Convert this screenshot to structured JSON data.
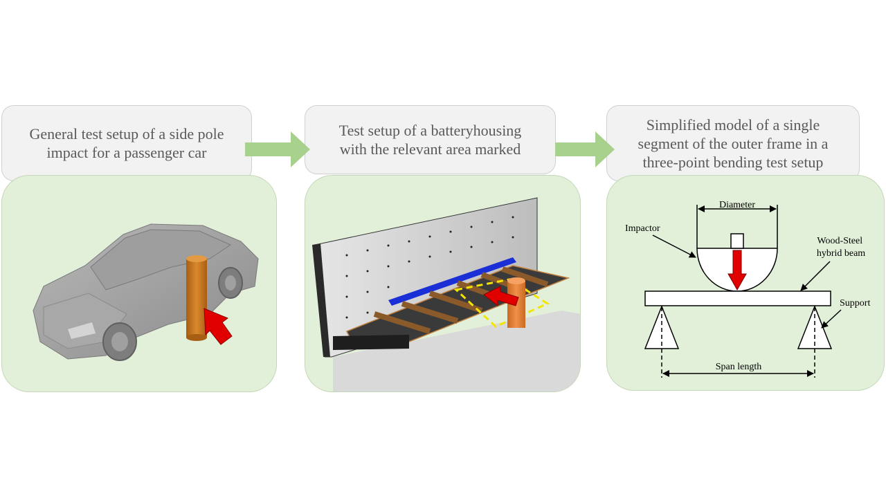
{
  "steps": [
    {
      "caption": "General test setup of a side pole\nimpact for a passenger car"
    },
    {
      "caption": "Test setup of a batteryhousing\nwith the relevant area marked"
    },
    {
      "caption": "Simplified model of a single\nsegment of the outer frame in a\nthree-point bending test setup"
    }
  ],
  "bending_diagram": {
    "labels": {
      "diameter": "Diameter",
      "impactor": "Impactor",
      "beam": "Wood-Steel\nhybrid beam",
      "support": "Support",
      "span": "Span length"
    }
  },
  "colors": {
    "caption_bg": "#f2f2f2",
    "panel_bg": "#e2efd9",
    "flow_arrow": "#a9d18e",
    "impact_arrow": "#e00000",
    "pole": "#c8731f",
    "housing_edge": "#1a2fd6",
    "marked_area": "#f2e600"
  }
}
